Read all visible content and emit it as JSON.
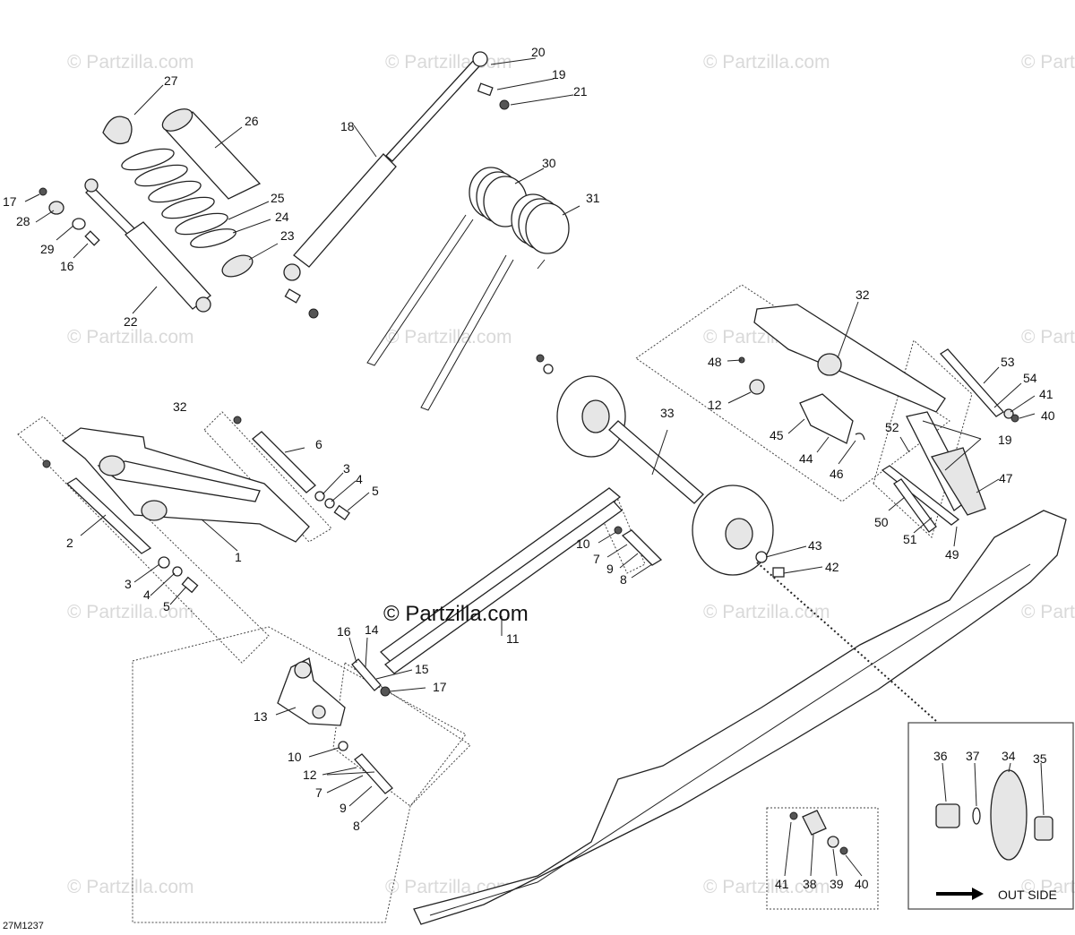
{
  "watermark": {
    "text": "© Partzilla.com"
  },
  "center_watermark": {
    "text": "© Partzilla.com"
  },
  "diagram_code": "27M1237",
  "outside_note": {
    "text": "OUT SIDE"
  },
  "callouts": [
    "20",
    "19",
    "21",
    "27",
    "26",
    "18",
    "30",
    "31",
    "17",
    "28",
    "29",
    "16",
    "25",
    "24",
    "23",
    "22",
    "32",
    "48",
    "53",
    "54",
    "41",
    "40",
    "12",
    "33",
    "45",
    "44",
    "46",
    "52",
    "47",
    "50",
    "51",
    "49",
    "6",
    "3",
    "4",
    "5",
    "2",
    "1",
    "10",
    "7",
    "9",
    "8",
    "43",
    "42",
    "11",
    "14",
    "15",
    "13",
    "36",
    "37",
    "34",
    "35",
    "38",
    "39"
  ]
}
